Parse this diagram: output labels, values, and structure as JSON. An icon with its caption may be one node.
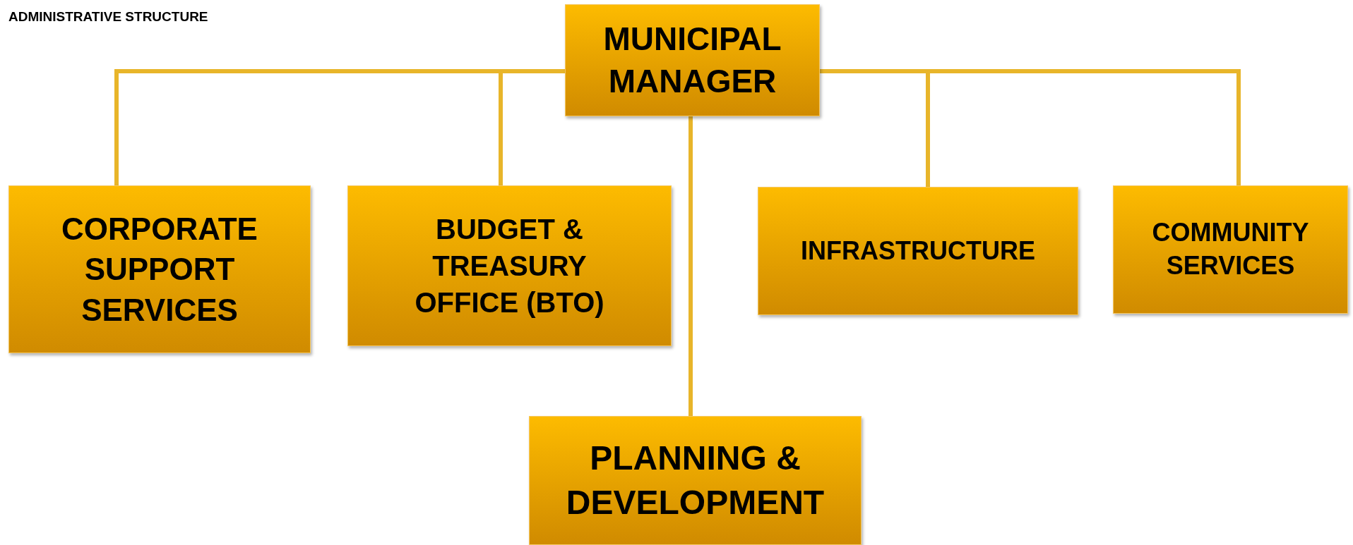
{
  "diagram": {
    "title": "ADMINISTRATIVE STRUCTURE",
    "nodes": [
      {
        "text": [
          "MUNICIPAL MANAGER"
        ]
      },
      {
        "text": [
          "CORPORATE SUPPORT SERVICES"
        ]
      },
      {
        "text": [
          "BUDGET & TREASURY OFFICE (BTO)"
        ]
      },
      {
        "text": [
          "INFRASTRUCTURE"
        ]
      },
      {
        "text": [
          "COMMUNITY SERVICES"
        ]
      },
      {
        "text": [
          "PLANNING & DEVELOPMENT"
        ]
      }
    ],
    "edges": [
      {
        "from": 0,
        "to": 1,
        "arrow": "none"
      },
      {
        "from": 0,
        "to": 2,
        "arrow": "none"
      },
      {
        "from": 0,
        "to": 3,
        "arrow": "none"
      },
      {
        "from": 0,
        "to": 4,
        "arrow": "none"
      },
      {
        "from": 0,
        "to": 5,
        "arrow": "none"
      }
    ]
  }
}
